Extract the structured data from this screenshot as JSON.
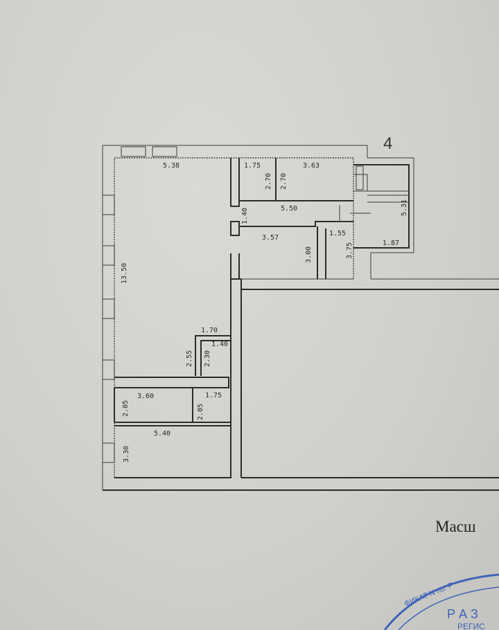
{
  "plan": {
    "section_number": "4",
    "scale_label": "Масш",
    "dimensions": {
      "top_left_room_width": "5.38",
      "small_room_width": "1.75",
      "top_right_room_width": "3.63",
      "small_room_height": "2.70",
      "top_right_room_height": "2.70",
      "corridor_length": "5.50",
      "corridor_width": "1.40",
      "middle_room_width": "3.57",
      "stair_landing_width": "1.55",
      "middle_room_height": "3.00",
      "stair_landing_height": "3.75",
      "balcony_height": "5.31",
      "balcony_width": "1.87",
      "main_hall_length": "13.50",
      "wc_outer_width": "1.70",
      "wc_inner_width": "1.40",
      "wc_outer_height": "2.55",
      "wc_inner_height": "2.30",
      "lower_room_width": "3.60",
      "lower_small_room_width": "1.75",
      "lower_room_height": "2.05",
      "lower_small_room_height": "2.05",
      "bottom_room_width": "5.40",
      "bottom_room_height": "3.30"
    }
  },
  "stamp": {
    "arc_text": "ФИКАТ N по. Р",
    "inner_text": "Р А З",
    "lower_text": "РЕГИС"
  },
  "colors": {
    "ink": "#2b2b2b",
    "paper": "#cfcfcb",
    "stamp": "#3f63b8"
  }
}
